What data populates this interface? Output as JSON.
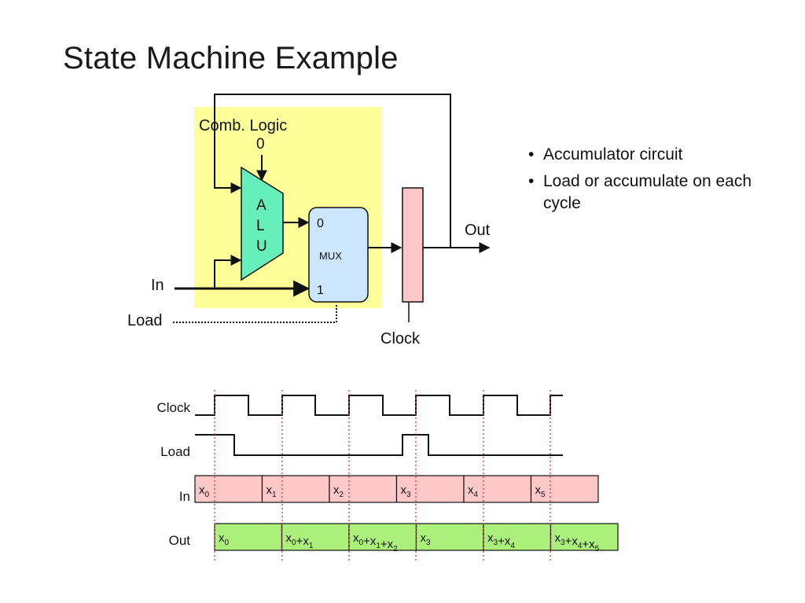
{
  "slide": {
    "title": "State Machine Example",
    "bullets": [
      "Accumulator circuit",
      "Load or accumulate on each cycle"
    ]
  },
  "circuit": {
    "block_label": "Comb. Logic",
    "alu_const_input": "0",
    "alu_letters": [
      "A",
      "L",
      "U"
    ],
    "mux_label": "MUX",
    "mux_input_0": "0",
    "mux_input_1": "1",
    "in_label": "In",
    "load_label": "Load",
    "clock_label": "Clock",
    "out_label": "Out",
    "colors": {
      "comb_logic_fill": "#ffff99",
      "alu_fill": "#66eebb",
      "mux_fill": "#cce6ff",
      "register_fill": "#ffc8c8"
    }
  },
  "timing": {
    "signal_labels": {
      "clock": "Clock",
      "load": "Load",
      "in": "In",
      "out": "Out"
    },
    "in_values": [
      {
        "base": "x",
        "sub": "0"
      },
      {
        "base": "x",
        "sub": "1"
      },
      {
        "base": "x",
        "sub": "2"
      },
      {
        "base": "x",
        "sub": "3"
      },
      {
        "base": "x",
        "sub": "4"
      },
      {
        "base": "x",
        "sub": "5"
      }
    ],
    "out_values": [
      [
        {
          "base": "x",
          "sub": "0"
        }
      ],
      [
        {
          "base": "x",
          "sub": "0"
        },
        {
          "base": "+x",
          "sub": "1"
        }
      ],
      [
        {
          "base": "x",
          "sub": "0"
        },
        {
          "base": "+x",
          "sub": "1"
        },
        {
          "base": "+x",
          "sub": "2"
        }
      ],
      [
        {
          "base": "x",
          "sub": "3"
        }
      ],
      [
        {
          "base": "x",
          "sub": "3"
        },
        {
          "base": "+x",
          "sub": "4"
        }
      ],
      [
        {
          "base": "x",
          "sub": "3"
        },
        {
          "base": "+x",
          "sub": "4"
        },
        {
          "base": "+x",
          "sub": "5"
        }
      ]
    ],
    "colors": {
      "in_fill": "#ffc8c8",
      "out_fill": "#aaf07a",
      "clock_edge_marker": "#e05040"
    }
  }
}
